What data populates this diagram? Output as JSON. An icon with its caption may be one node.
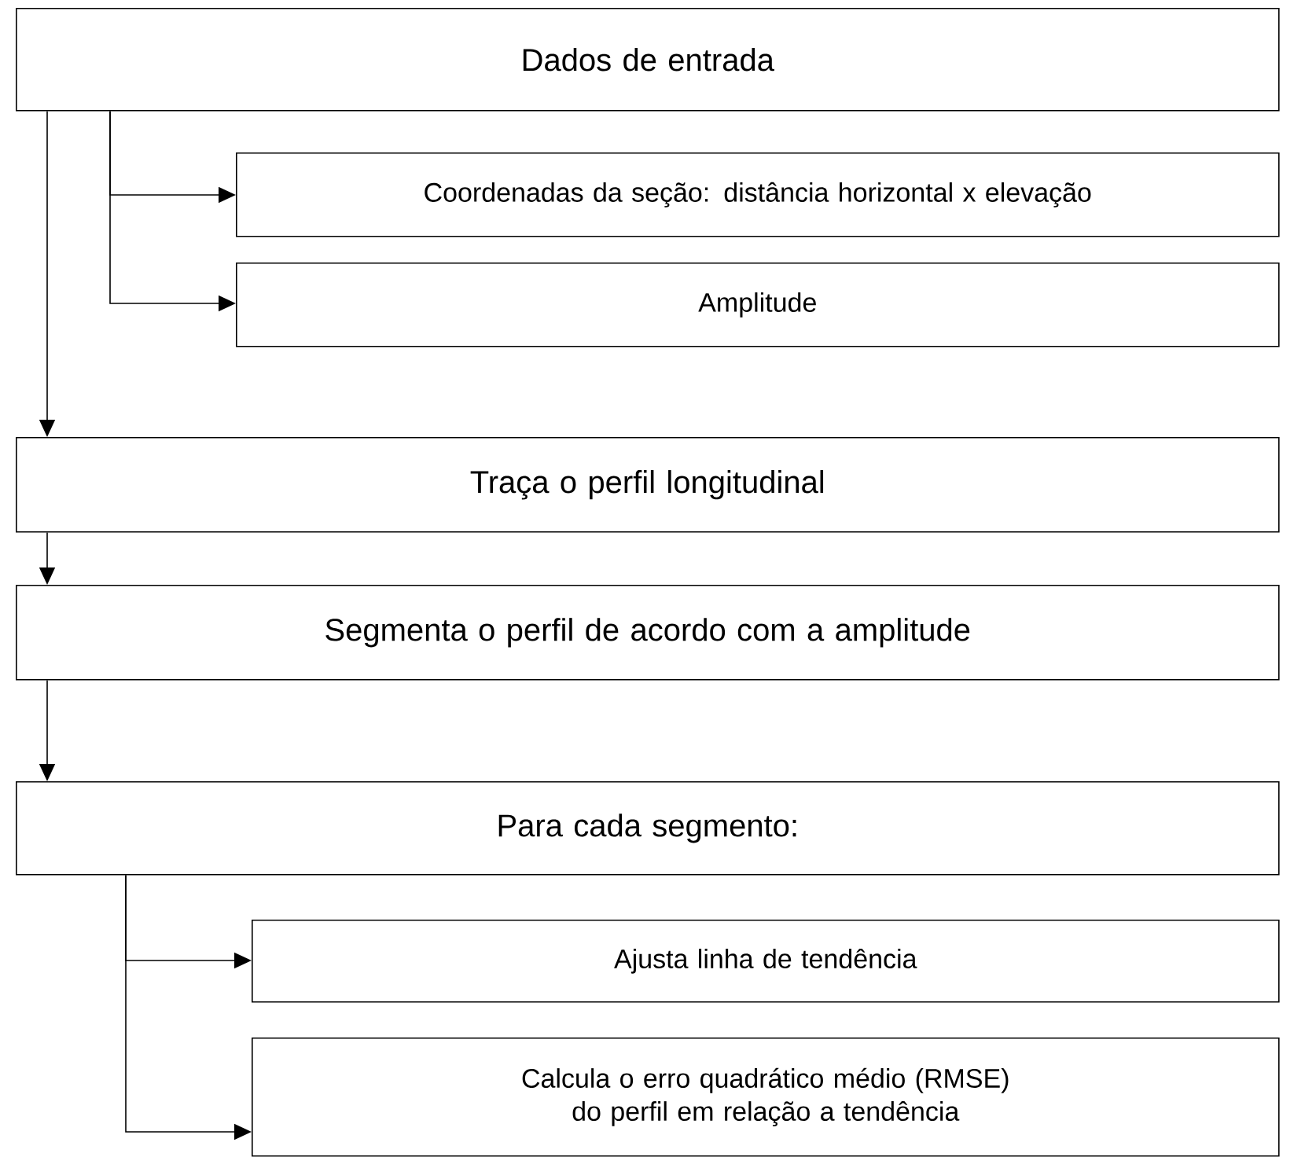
{
  "diagram": {
    "nodes": [
      {
        "text": [
          "Dados de entrada"
        ]
      },
      {
        "text": [
          "Coordenadas da seção: distância horizontal x elevação"
        ]
      },
      {
        "text": [
          "Amplitude"
        ]
      },
      {
        "text": [
          "Traça o perfil longitudinal"
        ]
      },
      {
        "text": [
          "Segmenta o perfil de acordo com a amplitude"
        ]
      },
      {
        "text": [
          "Para cada segmento:"
        ]
      },
      {
        "text": [
          "Ajusta linha de tendência"
        ]
      },
      {
        "text": [
          "Calcula o erro quadrático médio (RMSE) do perfil em relação a tendência"
        ]
      }
    ],
    "edges": [
      {
        "from": 0,
        "to": 1,
        "arrow": "to"
      },
      {
        "from": 0,
        "to": 2,
        "arrow": "to"
      },
      {
        "from": 0,
        "to": 3,
        "arrow": "to"
      },
      {
        "from": 3,
        "to": 4,
        "arrow": "to"
      },
      {
        "from": 4,
        "to": 5,
        "arrow": "to"
      },
      {
        "from": 5,
        "to": 6,
        "arrow": "to"
      },
      {
        "from": 5,
        "to": 7,
        "arrow": "to"
      }
    ]
  }
}
